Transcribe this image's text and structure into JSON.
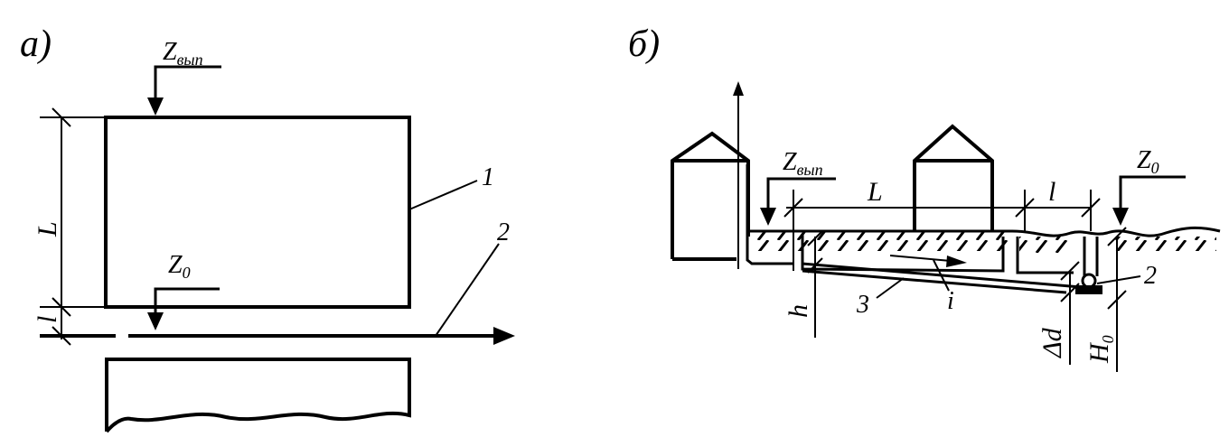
{
  "panel_a": {
    "label": "а)",
    "z_out": {
      "main": "Z",
      "sub": "вып"
    },
    "z_0": {
      "main": "Z",
      "sub": "0"
    },
    "dim_L": "L",
    "dim_l": "l",
    "callout_1": "1",
    "callout_2": "2"
  },
  "panel_b": {
    "label": "б)",
    "z_out": {
      "main": "Z",
      "sub": "вып"
    },
    "z_0": {
      "main": "Z",
      "sub": "0"
    },
    "dim_L": "L",
    "dim_l": "l",
    "dim_h": "h",
    "dim_delta_d": "Δd",
    "dim_H0": {
      "main": "H",
      "sub": "0"
    },
    "slope_i": "i",
    "callout_2": "2",
    "callout_3": "3"
  }
}
